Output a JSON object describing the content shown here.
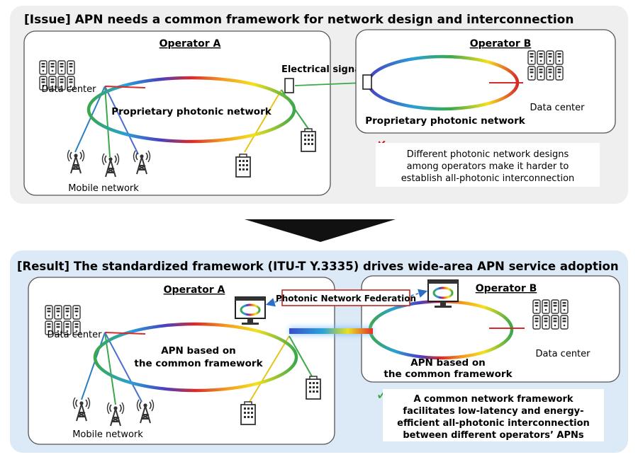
{
  "issue": {
    "heading": "[Issue] APN needs a common framework for network design and interconnection",
    "operator_a": {
      "label": "Operator A",
      "data_center": "Data center",
      "network": "Proprietary photonic network",
      "mobile": "Mobile network"
    },
    "operator_b": {
      "label": "Operator B",
      "data_center": "Data center",
      "network": "Proprietary photonic network"
    },
    "signals": "Electrical signals",
    "problem": {
      "mark": "✗",
      "lines": [
        "Different photonic network designs",
        "among operators make it harder to",
        "establish all-photonic interconnection"
      ]
    }
  },
  "result": {
    "heading": "[Result] The standardized framework (ITU-T Y.3335) drives wide-area APN service adoption",
    "operator_a": {
      "label": "Operator A",
      "data_center": "Data center",
      "network_lines": [
        "APN based on",
        "the common framework"
      ],
      "mobile": "Mobile network"
    },
    "operator_b": {
      "label": "Operator B",
      "data_center": "Data center",
      "network_lines": [
        "APN based on",
        "the common framework"
      ]
    },
    "federation": "Photonic Network Federation",
    "benefit": {
      "mark": "✓",
      "lines": [
        "A common network framework",
        "facilitates low-latency and energy-",
        "efficient all-photonic interconnection",
        "between different operators’ APNs"
      ]
    }
  },
  "colors": {
    "issue_panel": "#efefef",
    "result_panel": "#dce9f6",
    "cross": "#c0281e",
    "check": "#3aa63c",
    "federation_border": "#c0281e",
    "dashed_link": "#2d6fc7",
    "signal_link": "#3aa63c",
    "arrow": "#111111"
  },
  "icons": [
    "server-rack-icon",
    "cell-tower-icon",
    "office-building-icon",
    "monitor-icon",
    "transceiver-box-icon",
    "cross-mark-icon",
    "check-mark-icon"
  ]
}
